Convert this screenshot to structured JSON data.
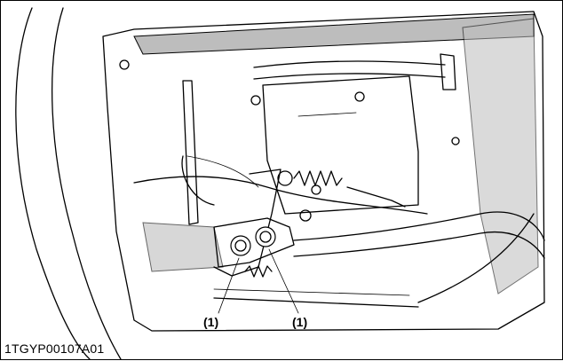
{
  "figure": {
    "code": "1TGYP00107A01",
    "callouts": [
      {
        "label": "(1)"
      },
      {
        "label": "(1)"
      }
    ]
  },
  "icons": {
    "part_outline": "engine-compartment-line-art",
    "nut": "hex-nut-icon"
  }
}
